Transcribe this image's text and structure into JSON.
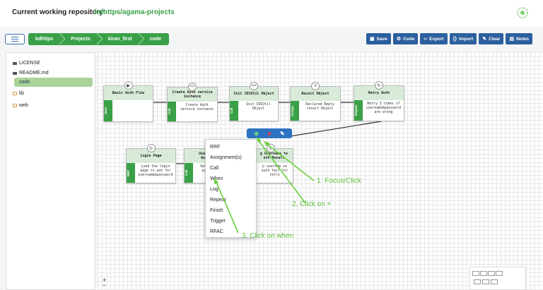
{
  "header": {
    "repo_label": "Current working repository:",
    "repo_name": "kdhttps/agama-projects",
    "logo_icon": "gluu-logo-icon"
  },
  "breadcrumb": [
    "kdhttps",
    "Projects",
    "kiran_first",
    "code"
  ],
  "toolbar": [
    {
      "label": "Save",
      "icon": "save-icon",
      "glyph": "▣"
    },
    {
      "label": "Code",
      "icon": "gear-icon",
      "glyph": "⚙"
    },
    {
      "label": "Export",
      "icon": "export-code-icon",
      "glyph": "‹›"
    },
    {
      "label": "Import",
      "icon": "import-code-icon",
      "glyph": "{}"
    },
    {
      "label": "Clear",
      "icon": "broom-icon",
      "glyph": "✎"
    },
    {
      "label": "Notes",
      "icon": "notes-icon",
      "glyph": "▤"
    }
  ],
  "files": {
    "license": "LICENSE",
    "readme": "README.md",
    "code": "code",
    "lib": "lib",
    "web": "web"
  },
  "nodes": {
    "n1": {
      "title": "Basic Auth Flow",
      "side": "Start",
      "desc": "",
      "badge": "▶"
    },
    "n2": {
      "title": "Create Auth service instance",
      "side": "Call",
      "desc": "Create Auth service instance",
      "badge": "<>"
    },
    "n3": {
      "title": "Init CDIUtil Object",
      "side": "Call",
      "desc": "Init CDIUtil Object",
      "badge": "<>"
    },
    "n4": {
      "title": "Result Object",
      "side": "Assign",
      "desc": "Declared Empty result Object",
      "badge": "≡"
    },
    "n5": {
      "title": "Retry Auth",
      "side": "Repeat",
      "desc": "Retry 3 times if username&password are wrong",
      "badge": "↻"
    },
    "n6": {
      "title": "Login Page",
      "side": "RRF",
      "desc": "Load the login page to ask for username&password",
      "badge": "⊙"
    },
    "n7": {
      "title": "User Au",
      "side": "Call",
      "desc": "Vali sp",
      "badge": "<>"
    },
    "n8": {
      "title": "g Username to uth Result",
      "side": "",
      "desc": "p usernam se auth fail for retry",
      "badge": "⊙"
    }
  },
  "node_actions": {
    "add": "⊕",
    "delete": "■",
    "edit": "✎"
  },
  "context_menu": [
    "RRF",
    "Assignment(s)",
    "Call",
    "When",
    "Log",
    "Repeat",
    "Finish",
    "Trigger",
    "RFAC"
  ],
  "zoom": {
    "in": "+",
    "out": "−"
  },
  "annotations": {
    "a1": "1. Focus/Click",
    "a2": "2. Click on +",
    "a3": "3. Click on when"
  },
  "colors": {
    "primary_green": "#3aa047",
    "toolbar_blue": "#2b5f9e",
    "annotation_green": "#5ec03a"
  }
}
